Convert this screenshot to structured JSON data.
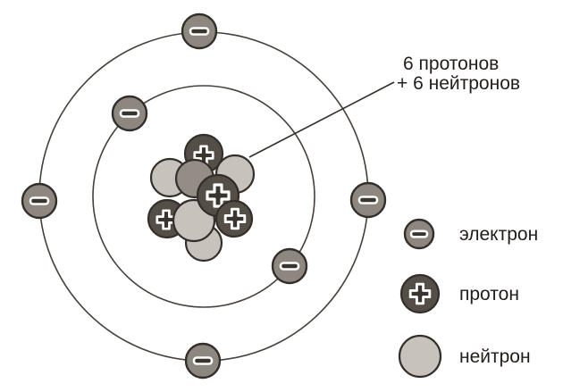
{
  "page": {
    "background": "#ffffff"
  },
  "diagram": {
    "annotation": {
      "line1": "6 протонов",
      "line2": "+ 6 нейтронов"
    },
    "legend": {
      "items": [
        {
          "label": "электрон",
          "symbol": "minus-icon"
        },
        {
          "label": "протон",
          "symbol": "plus-icon"
        },
        {
          "label": "нейтрон",
          "symbol": "none"
        }
      ]
    },
    "composition": {
      "protons": 6,
      "neutrons": 6,
      "electrons_inner_shell": 2,
      "electrons_outer_shell": 4
    },
    "colors": {
      "electron_fill": "#8d8780",
      "proton_fill": "#554e47",
      "neutron_fill": "#c7c3bc",
      "medium_fill": "#938d86",
      "outline": "#332e29",
      "orbit_stroke": "#45403a",
      "symbol_dark": "#3a342e",
      "symbol_light": "#ffffff",
      "text": "#211d1a"
    }
  }
}
